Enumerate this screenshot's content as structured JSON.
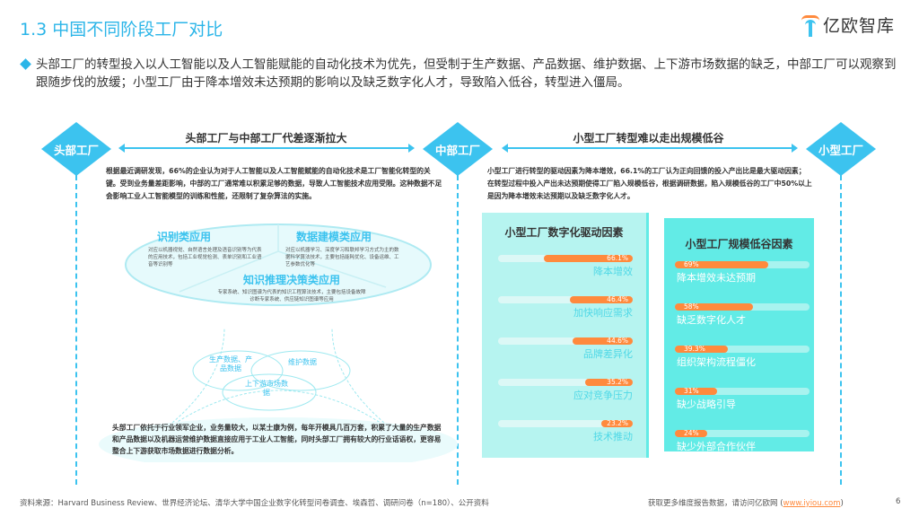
{
  "header": {
    "title": "1.3 中国不同阶段工厂对比",
    "logo_text": "亿欧智库"
  },
  "summary": "头部工厂的转型投入以人工智能以及人工智能赋能的自动化技术为优先，但受制于生产数据、产品数据、维护数据、上下游市场数据的缺乏，中部工厂可以观察到跟随步伐的放缓；小型工厂由于降本增效未达预期的影响以及缺乏数字化人才，导致陷入低谷，转型进入僵局。",
  "stages": [
    "头部工厂",
    "中部工厂",
    "小型工厂"
  ],
  "left_section": {
    "heading": "头部工厂与中部工厂代差逐渐拉大",
    "text": "根据最近调研发现，66%的企业认为对于人工智能以及人工智能赋能的自动化技术是工厂智能化转型的关键。受到业务量差距影响，中部的工厂通常难以积累足够的数据，导致人工智能技术应用受限。这种数据不足会影响工业人工智能模型的训练和性能，还限制了复杂算法的实施。",
    "apps": [
      {
        "title": "识别类应用",
        "desc": "对应以机器视觉、自然语言处理及语音识别等为代表的应用技术，包括工业视觉检测、表单识别和工业语音等识别等"
      },
      {
        "title": "数据建模类应用",
        "desc": "对应以机器学习、深度学习和联邦学习方式为主的数据科学算法技术，主要包括能耗优化、设备运维、工艺参数优化等"
      },
      {
        "title": "知识推理决策类应用",
        "desc": "专家系统、知识图谱为代表的知识工程算法技术，主要包括设备故障诊断专家系统、供应链知识图谱等应用"
      }
    ],
    "data_types": [
      "生产数据、产品数据",
      "维护数据",
      "上下游市场数据"
    ],
    "bottom_text": "头部工厂依托于行业领军企业，业务量较大，以某士康为例，每年开模具几百万套，积累了大量的生产数据和产品数据以及机器运营维护数据直接应用于工业人工智能，同时头部工厂拥有较大的行业话语权，更容易整合上下游获取市场数据进行数据分析。"
  },
  "right_section": {
    "heading": "小型工厂转型难以走出规模低谷",
    "text": "小型工厂进行转型的驱动因素为降本增效，66.1%的工厂认为正向回馈的投入产出比是最大驱动因素；在转型过程中投入产出未达预期使得工厂陷入规模低谷，根据调研数据，陷入规模低谷的工厂中50%以上是因为降本增效未达预期以及缺乏数字化人才。"
  },
  "chart_data": [
    {
      "type": "bar",
      "title": "小型工厂数字化驱动因素",
      "categories": [
        "降本增效",
        "加快响应需求",
        "品牌差异化",
        "应对竞争压力",
        "技术推动"
      ],
      "values": [
        66.1,
        46.4,
        44.6,
        35.2,
        23.2
      ],
      "labels": [
        "66.1%",
        "46.4%",
        "44.6%",
        "35.2%",
        "23.2%"
      ],
      "ylim": [
        0,
        100
      ]
    },
    {
      "type": "bar",
      "title": "小型工厂规模低谷因素",
      "categories": [
        "降本增效未达预期",
        "缺乏数字化人才",
        "组织架构流程僵化",
        "缺少战略引导",
        "缺少外部合作伙伴"
      ],
      "values": [
        69,
        58,
        39.3,
        31,
        24
      ],
      "labels": [
        "69%",
        "58%",
        "39.3%",
        "31%",
        "24%"
      ],
      "ylim": [
        0,
        100
      ]
    }
  ],
  "footer": {
    "source": "资料来源：Harvard Business Review、世界经济论坛、清华大学中国企业数字化转型问卷调查、埃森哲、调研问卷（n=180）、公开资料",
    "more": "获取更多维度报告数据，请访问亿欧网 (",
    "link": "www.iyiou.com",
    "more_end": ")",
    "page": "6"
  },
  "colors": {
    "accent": "#2bb5e8",
    "diamond": "#3cc3ef",
    "bar": "#ff8a3d",
    "panel_light": "#b6f4f0",
    "panel_dark": "#62ebe6"
  }
}
